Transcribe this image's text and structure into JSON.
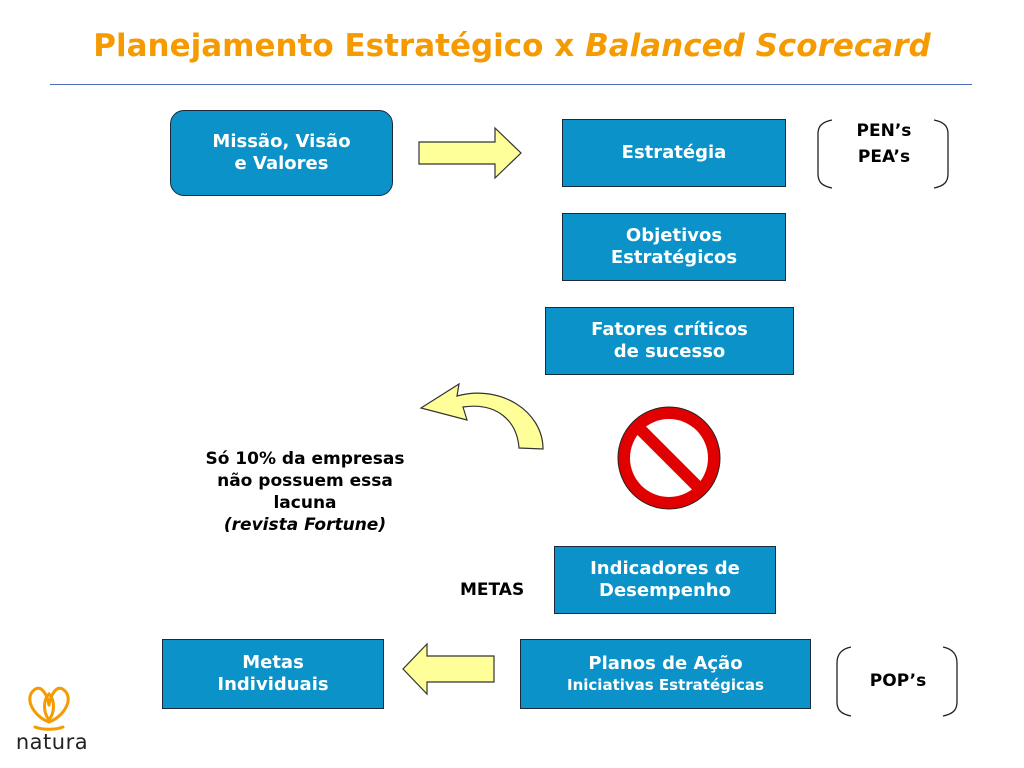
{
  "title": {
    "main": "Planejamento Estratégico x ",
    "italic": "Balanced Scorecard"
  },
  "boxes": {
    "missao": [
      "Missão, Visão",
      "e Valores"
    ],
    "estrategia": "Estratégia",
    "objetivos": [
      "Objetivos",
      "Estratégicos"
    ],
    "fatores": [
      "Fatores críticos",
      "de sucesso"
    ],
    "indicadores": [
      "Indicadores de",
      "Desempenho"
    ],
    "planos": {
      "line1": "Planos de Ação",
      "line2": "Iniciativas Estratégicas"
    },
    "metas_individuais": [
      "Metas",
      "Individuais"
    ]
  },
  "brackets": {
    "top": [
      "PEN’s",
      "PEA’s"
    ],
    "bottom": "POP’s"
  },
  "side_labels": {
    "metas": "METAS",
    "note": [
      "Só 10% da empresas",
      "não possuem essa",
      "lacuna",
      "(revista Fortune)"
    ]
  },
  "logo": {
    "text": "natura"
  },
  "colors": {
    "title": "#f59a00",
    "box_fill": "#0a92c9",
    "arrow_fill": "#ffff99",
    "prohibit_red": "#e00000"
  }
}
